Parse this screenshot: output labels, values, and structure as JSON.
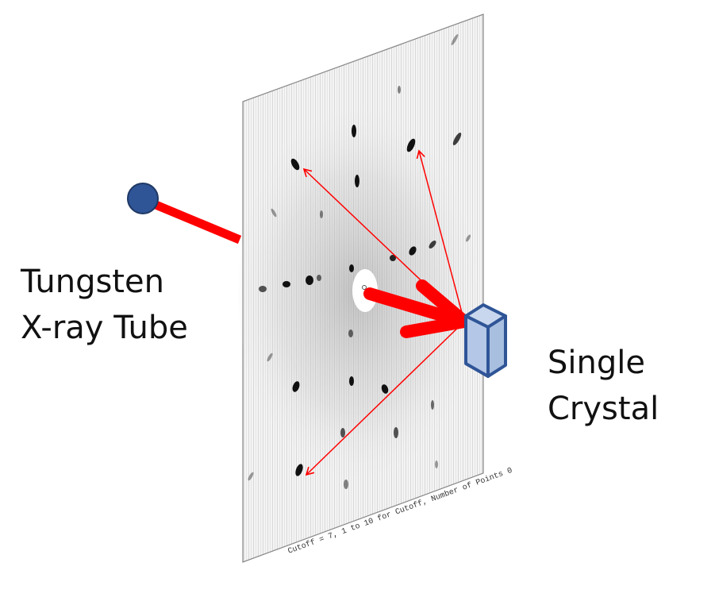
{
  "labels": {
    "tube_line1": "Tungsten",
    "tube_line2": "X-ray Tube",
    "crystal_line1": "Single",
    "crystal_line2": "Crystal"
  },
  "plate": {
    "caption": "Cutoff =  7, 1 to 10 for Cutoff, Number of Points 0"
  },
  "colors": {
    "beam": "#ff0000",
    "tube": "#2f5597",
    "crystal_fill": "#b4c7e7",
    "crystal_stroke": "#2f5597"
  }
}
